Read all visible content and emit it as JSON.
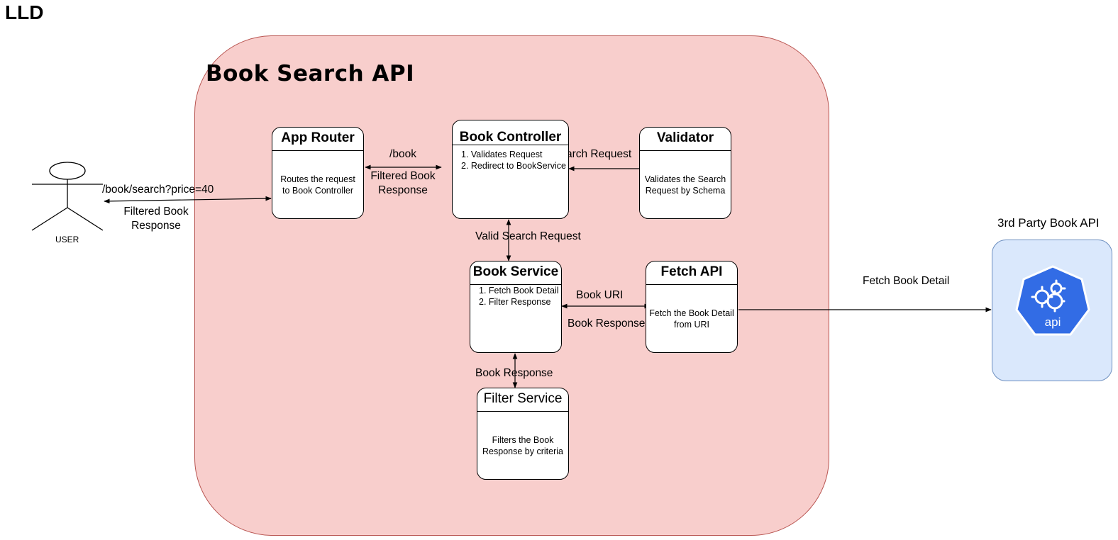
{
  "page_title": "LLD",
  "container_title": "Book Search API",
  "user": {
    "label": "USER"
  },
  "boxes": {
    "app_router": {
      "title": "App Router",
      "body": "Routes the request\nto Book Controller"
    },
    "book_controller": {
      "title": "Book Controller",
      "items": [
        "1. Validates Request",
        "2. Redirect to BookService"
      ]
    },
    "validator": {
      "title": "Validator",
      "body": "Validates the Search\nRequest by Schema"
    },
    "book_service": {
      "title": "Book Service",
      "items": [
        "1. Fetch Book Detail",
        "2. Filter Response"
      ]
    },
    "fetch_api": {
      "title": "Fetch API",
      "body": "Fetch the Book Detail\nfrom URI"
    },
    "filter_service": {
      "title": "Filter Service",
      "body": "Filters the Book\nResponse by criteria"
    }
  },
  "edges": {
    "user_request": "/book/search?price=40",
    "user_response": "Filtered Book\nResponse",
    "router_request": "/book",
    "router_response": "Filtered Book\nResponse",
    "validator_request": "Search Request",
    "service_request": "Valid Search Request",
    "fetch_request": "Book URI",
    "fetch_response": "Book Response",
    "filter_edge": "Book Response",
    "third_party_edge": "Fetch Book Detail"
  },
  "third_party": {
    "label": "3rd Party Book API",
    "icon_text": "api"
  },
  "colors": {
    "container_fill": "#f8cecc",
    "container_stroke": "#b85450",
    "api_box_fill": "#dae8fc",
    "api_box_stroke": "#6c8ebf",
    "api_icon": "#326ce5"
  }
}
